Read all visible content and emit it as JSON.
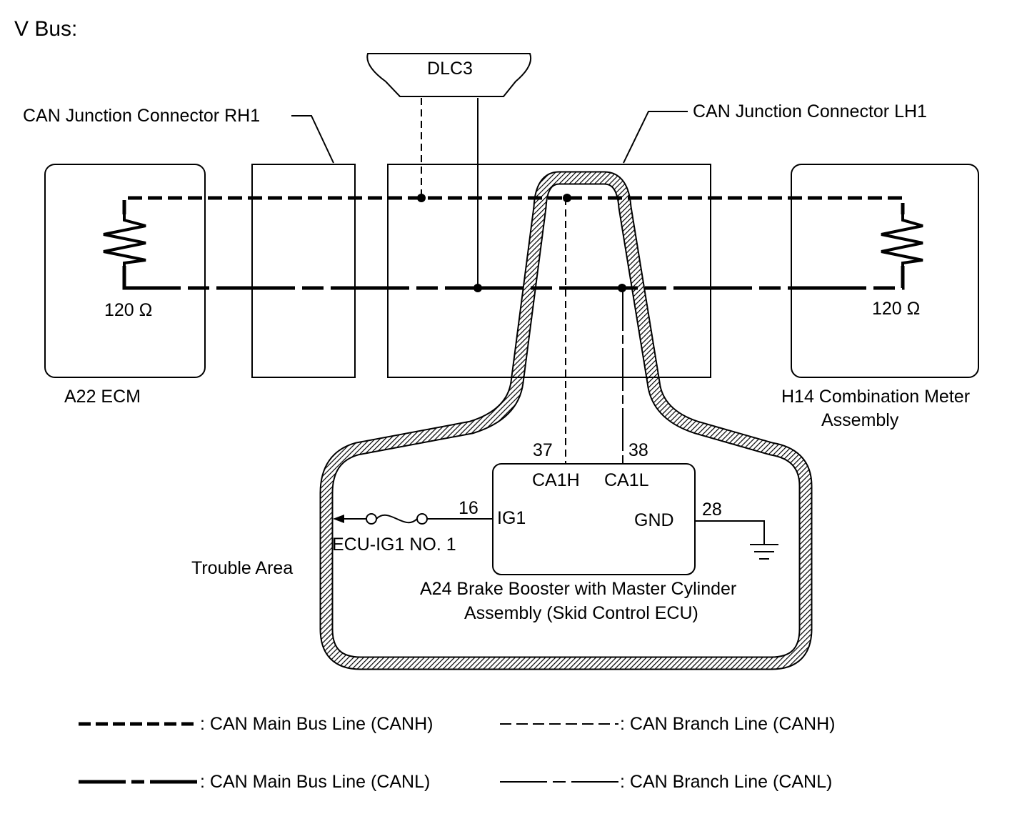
{
  "title": "V Bus:",
  "dlc": "DLC3",
  "rh1_label": "CAN Junction Connector RH1",
  "lh1_label": "CAN Junction Connector LH1",
  "ecm": {
    "resistance": "120 Ω",
    "label": "A22  ECM"
  },
  "meter": {
    "resistance": "120 Ω",
    "label_line1": "H14 Combination Meter",
    "label_line2": "Assembly"
  },
  "skid_ecu": {
    "pin_can_h": "37",
    "pin_can_l": "38",
    "term_can_h": "CA1H",
    "term_can_l": "CA1L",
    "pin_ig1": "16",
    "term_ig1": "IG1",
    "pin_gnd": "28",
    "term_gnd": "GND",
    "label_line1": "A24  Brake Booster with Master Cylinder",
    "label_line2": "Assembly (Skid Control ECU)"
  },
  "fuse": "ECU-IG1 NO. 1",
  "trouble_area": "Trouble Area",
  "legend": {
    "main_canh": ": CAN Main Bus Line (CANH)",
    "branch_canh": ": CAN Branch Line (CANH)",
    "main_canl": ": CAN Main Bus Line (CANL)",
    "branch_canl": ": CAN Branch Line (CANL)"
  },
  "icons": {
    "resistor": "resistor-icon",
    "ground": "ground-icon",
    "fuse": "fuse-icon",
    "arrow": "arrow-left-icon"
  }
}
